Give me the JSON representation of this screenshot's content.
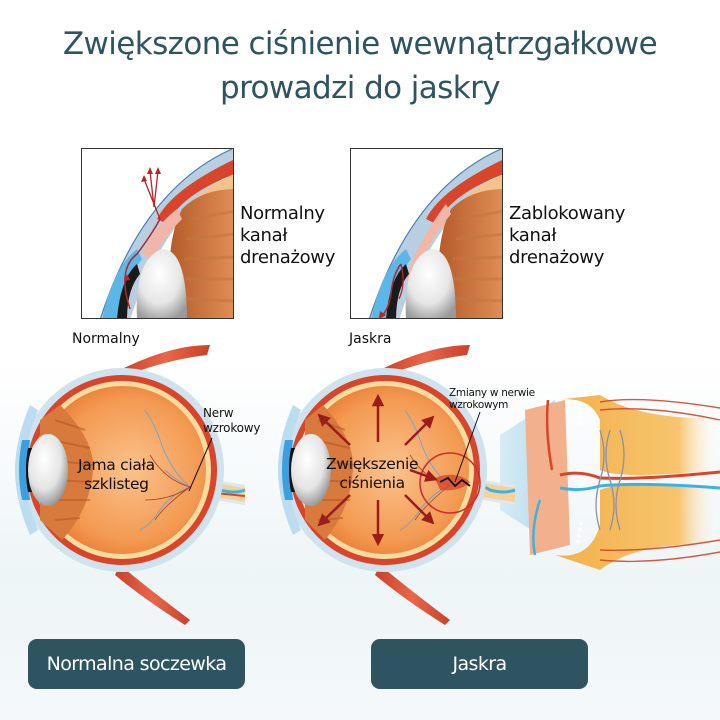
{
  "title": {
    "line1": "Zwiększone ciśnienie wewnątrzgałkowe",
    "line2": "prowadzi do jaskry"
  },
  "insets": [
    {
      "label_lines": [
        "Normalny",
        "kanał",
        "drenażowy"
      ],
      "state": "normal"
    },
    {
      "label_lines": [
        "Zablokowany",
        "kanał",
        "drenażowy"
      ],
      "state": "blocked"
    }
  ],
  "eyes": [
    {
      "caption": "Normalny",
      "center_label_lines": [
        "Jama ciała",
        "szklisteg"
      ],
      "pointer_label_lines": [
        "Nerw",
        "wzrokowy"
      ]
    },
    {
      "caption": "Jaskra",
      "center_label_lines": [
        "Zwiększenie",
        "ciśnienia"
      ],
      "pointer_label_lines": [
        "Zmiany w nerwie",
        "wzrokowym"
      ]
    }
  ],
  "buttons": [
    {
      "label": "Normalna soczewka"
    },
    {
      "label": "Jaskra"
    }
  ],
  "colors": {
    "primary": "#2e5461",
    "eye_orange": "#f08a3c",
    "muscle_red": "#d9452b",
    "sclera_blue": "#cfe3ef",
    "arrow_red": "#9c1b1b"
  }
}
